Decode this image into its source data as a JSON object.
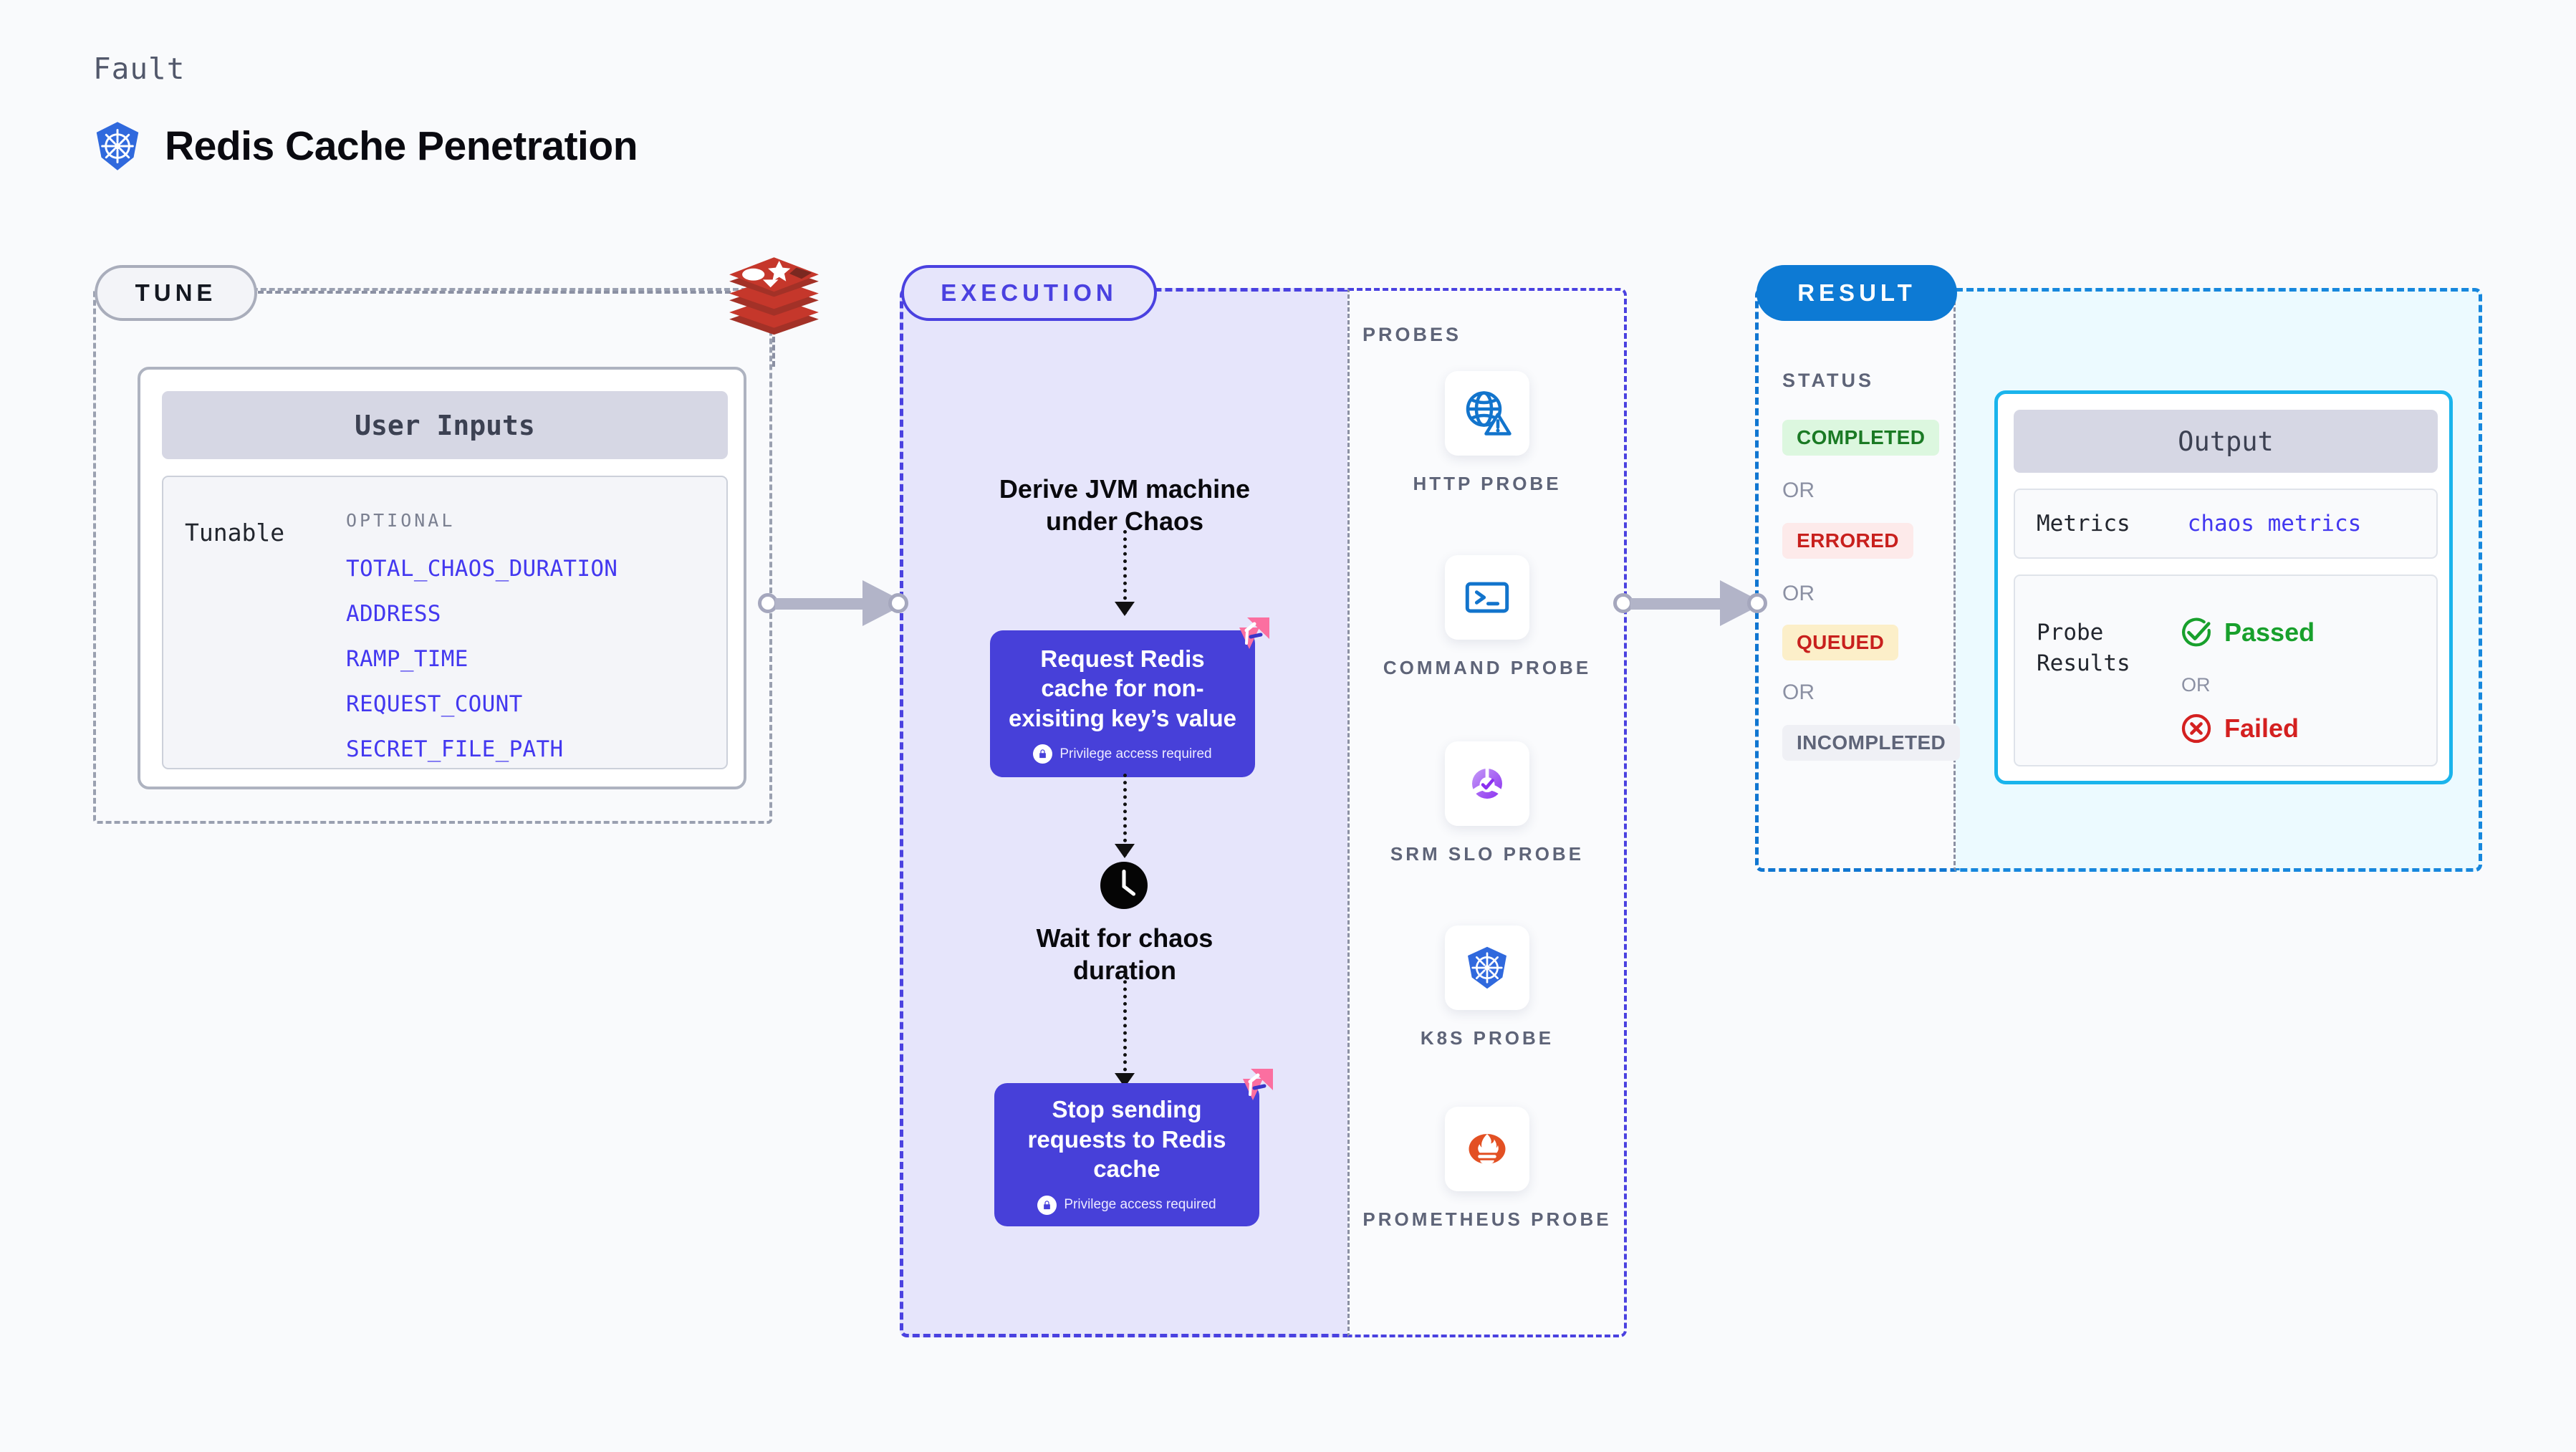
{
  "header": {
    "eyebrow": "Fault",
    "title": "Redis Cache Penetration",
    "logo_icon": "kubernetes-icon"
  },
  "stages": {
    "tune": {
      "pill_label": "TUNE",
      "source_icon": "redis-logo-icon"
    },
    "execution": {
      "pill_label": "EXECUTION"
    },
    "probes": {
      "section_label": "PROBES"
    },
    "result": {
      "pill_label": "RESULT"
    }
  },
  "tune": {
    "card_title": "User Inputs",
    "group_label": "Tunable",
    "group_kind": "OPTIONAL",
    "inputs": [
      "TOTAL_CHAOS_DURATION",
      "ADDRESS",
      "RAMP_TIME",
      "REQUEST_COUNT",
      "SECRET_FILE_PATH"
    ]
  },
  "execution": {
    "steps": [
      {
        "type": "title",
        "text": "Derive JVM machine under Chaos"
      },
      {
        "type": "card",
        "text": "Request Redis cache for non-exisiting key’s value",
        "note": "Privilege access required",
        "badge_icon": "litmus-chaos-icon",
        "note_icon": "lock-icon"
      },
      {
        "type": "title",
        "text": "Wait for chaos duration",
        "icon": "clock-icon"
      },
      {
        "type": "card",
        "text": "Stop sending requests to Redis cache",
        "note": "Privilege access required",
        "badge_icon": "litmus-chaos-icon",
        "note_icon": "lock-icon"
      }
    ]
  },
  "probes": [
    {
      "label": "HTTP PROBE",
      "icon": "http-globe-warning-icon"
    },
    {
      "label": "COMMAND PROBE",
      "icon": "terminal-icon"
    },
    {
      "label": "SRM SLO PROBE",
      "icon": "srm-slo-icon"
    },
    {
      "label": "K8S PROBE",
      "icon": "kubernetes-icon"
    },
    {
      "label": "PROMETHEUS PROBE",
      "icon": "prometheus-icon"
    }
  ],
  "result": {
    "status_label": "STATUS",
    "or_label": "OR",
    "statuses": [
      {
        "label": "COMPLETED",
        "bg": "#dcf7df",
        "fg": "#1a7a24"
      },
      {
        "label": "ERRORED",
        "bg": "#fdeaea",
        "fg": "#c8201d"
      },
      {
        "label": "QUEUED",
        "bg": "#fcefc9",
        "fg": "#c8201d"
      },
      {
        "label": "INCOMPLETED",
        "bg": "#eff0f5",
        "fg": "#5e6478"
      }
    ]
  },
  "output": {
    "card_title": "Output",
    "metrics_key": "Metrics",
    "metrics_value": "chaos metrics",
    "probe_results_key": "Probe Results",
    "or_label": "OR",
    "passed_label": "Passed",
    "failed_label": "Failed",
    "passed_icon": "check-circle-icon",
    "failed_icon": "x-circle-icon"
  },
  "colors": {
    "accent_indigo": "#4740d9",
    "accent_blue": "#0d7ad4",
    "accent_cyan": "#1ab4ec",
    "chaos_pink": "#fb6fa0",
    "redis_red": "#b5352c",
    "k8s_blue": "#3069dd"
  }
}
